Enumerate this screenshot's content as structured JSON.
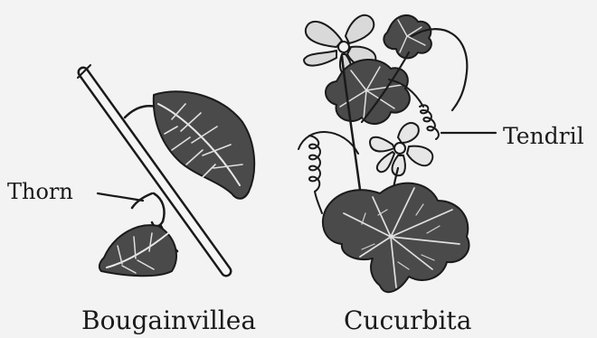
{
  "labels": {
    "thorn": "Thorn",
    "tendril": "Tendril"
  },
  "captions": {
    "left_plant": "Bougainvillea",
    "right_plant": "Cucurbita"
  },
  "colors": {
    "ink": "#1a1a1a",
    "leaf_fill": "#4a4a4a",
    "background": "#f3f3f3"
  }
}
